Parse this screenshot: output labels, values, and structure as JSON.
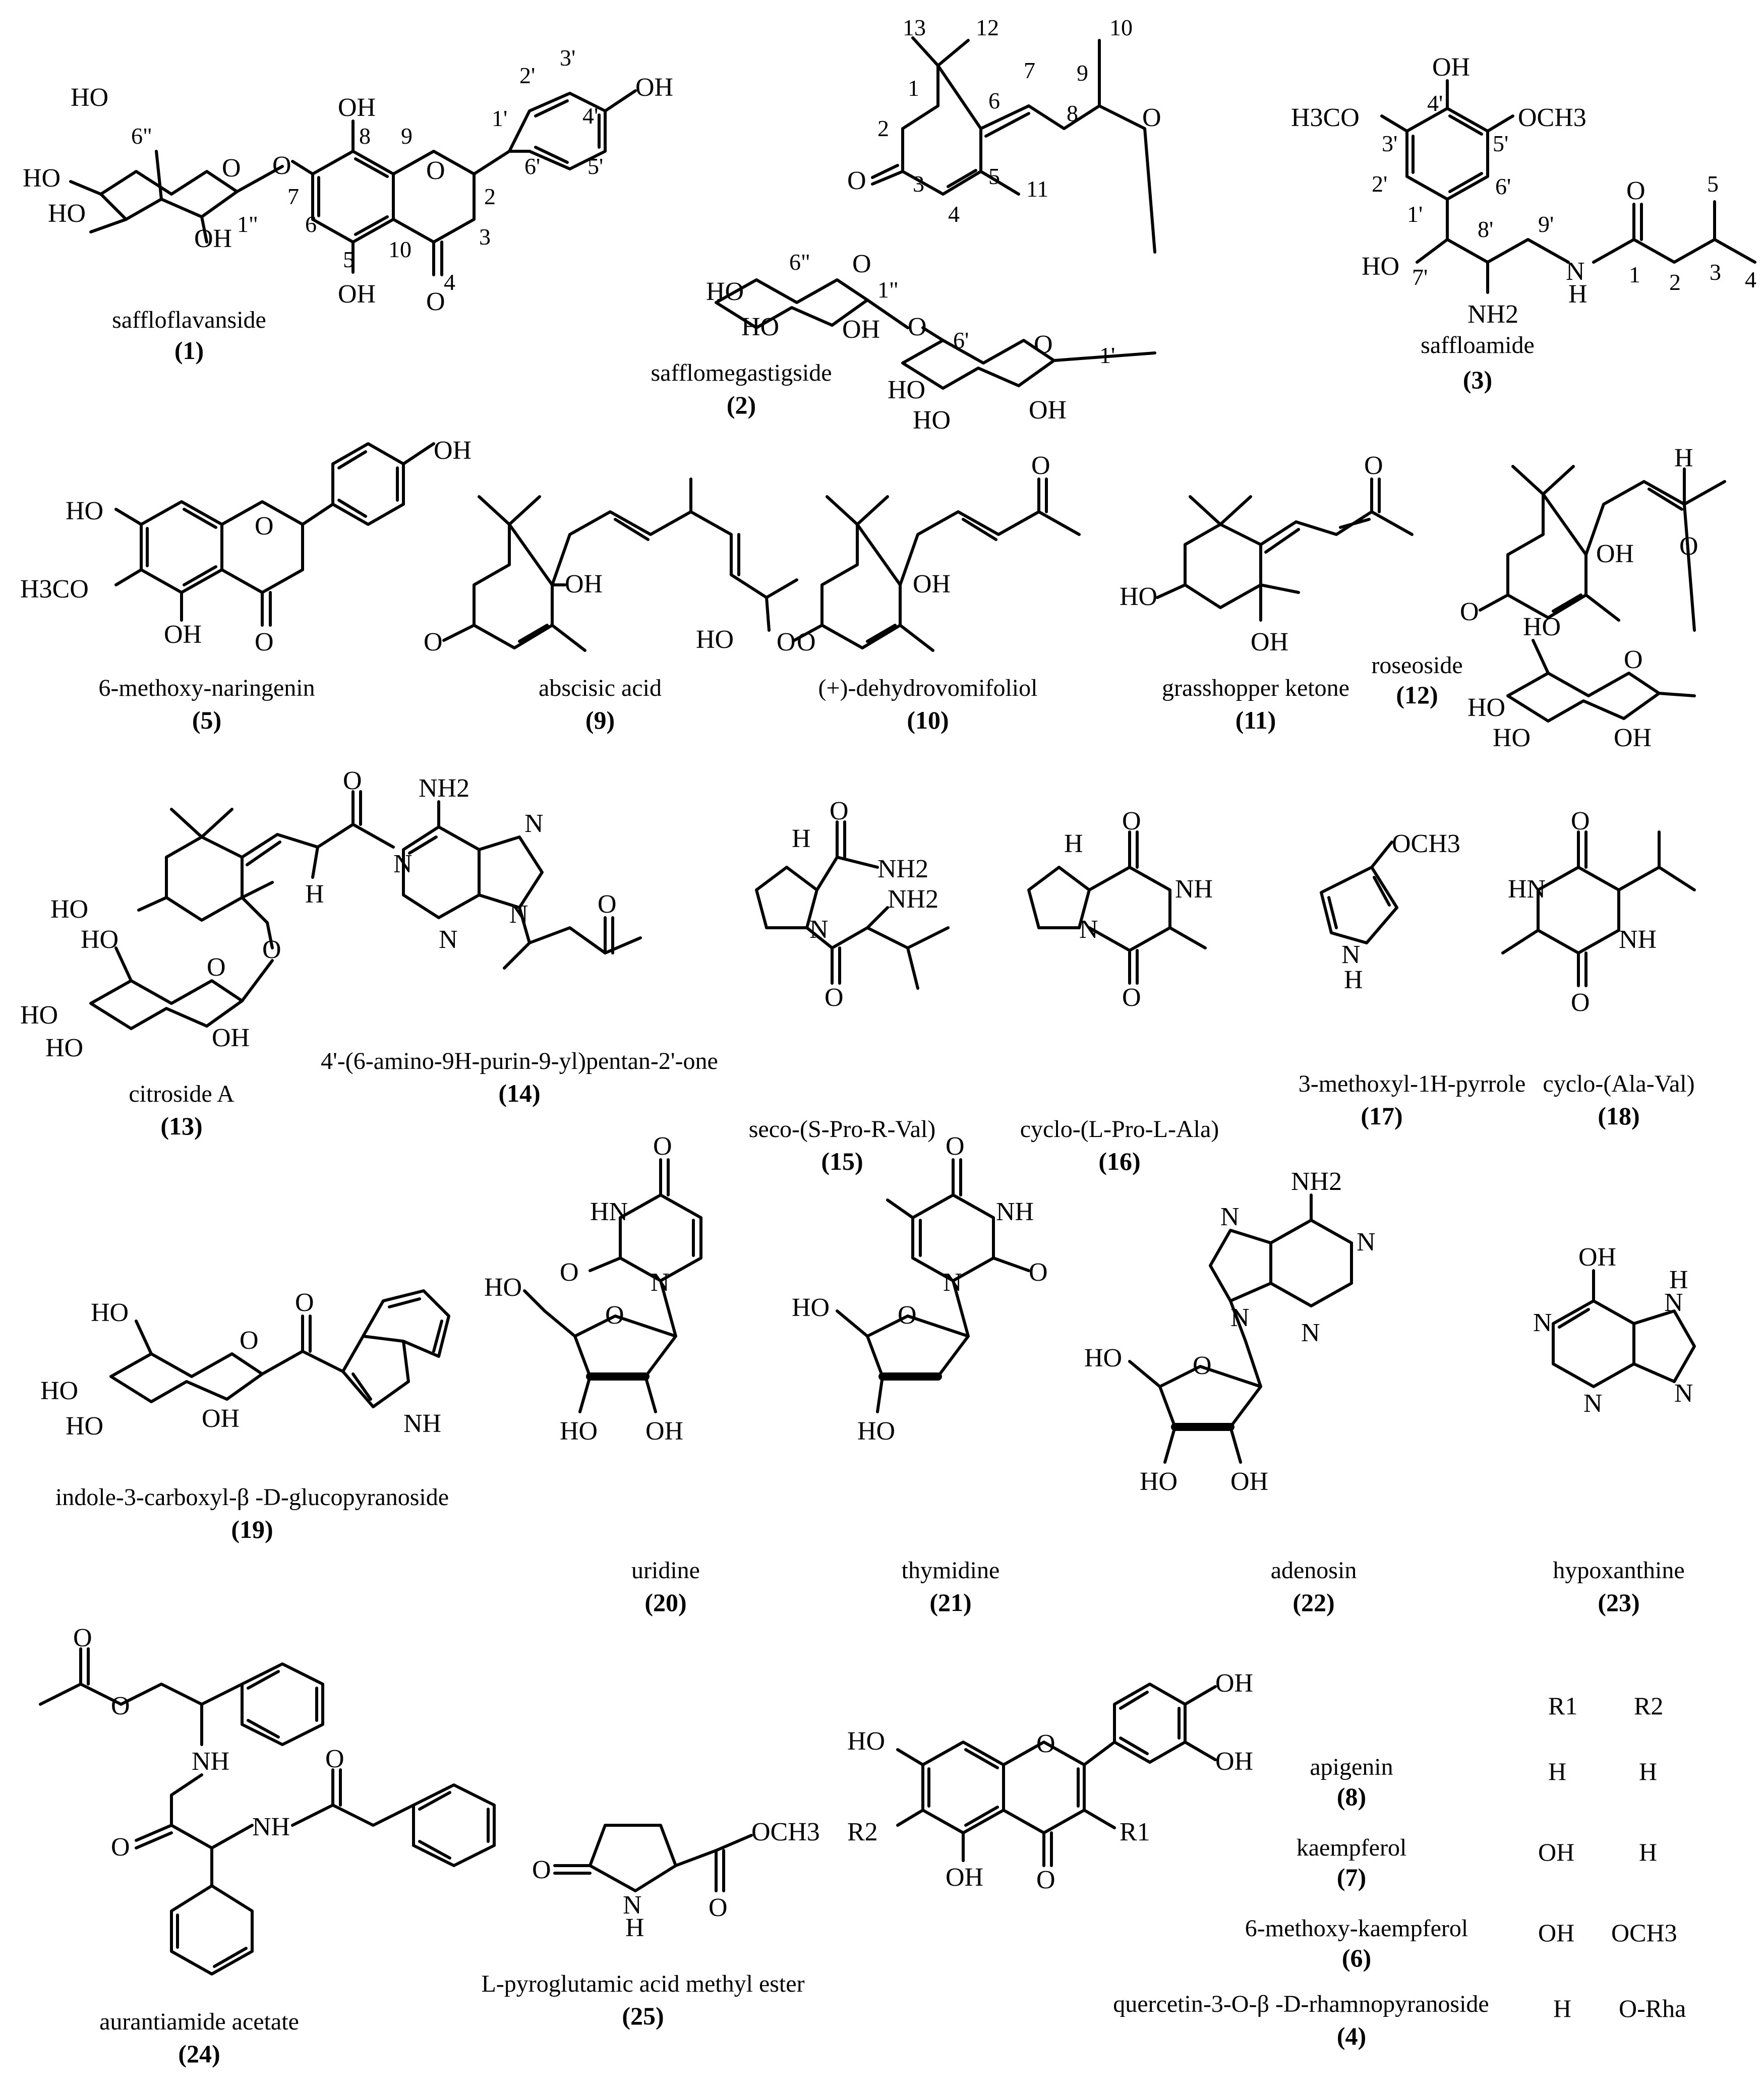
{
  "compounds": [
    {
      "label": "(1)",
      "name": "saffloflavanside"
    },
    {
      "label": "(2)",
      "name": "safflomegastigside"
    },
    {
      "label": "(3)",
      "name": "saffloamide"
    },
    {
      "label": "(5)",
      "name": "6-methoxy-naringenin"
    },
    {
      "label": "(9)",
      "name": "abscisic acid"
    },
    {
      "label": "(10)",
      "name": "(+)-dehydrovomifoliol"
    },
    {
      "label": "(11)",
      "name": "grasshopper ketone"
    },
    {
      "label": "(12)",
      "name": "roseoside"
    },
    {
      "label": "(13)",
      "name": "citroside A"
    },
    {
      "label": "(14)",
      "name": "4'-(6-amino-9H-purin-9-yl)pentan-2'-one"
    },
    {
      "label": "(15)",
      "name": "seco-(S-Pro-R-Val)"
    },
    {
      "label": "(16)",
      "name": "cyclo-(L-Pro-L-Ala)"
    },
    {
      "label": "(17)",
      "name": "3-methoxyl-1H-pyrrole"
    },
    {
      "label": "(18)",
      "name": "cyclo-(Ala-Val)"
    },
    {
      "label": "(19)",
      "name": "indole-3-carboxyl-β -D-glucopyranoside"
    },
    {
      "label": "(20)",
      "name": "uridine"
    },
    {
      "label": "(21)",
      "name": "thymidine"
    },
    {
      "label": "(22)",
      "name": "adenosin"
    },
    {
      "label": "(23)",
      "name": "hypoxanthine"
    },
    {
      "label": "(24)",
      "name": "aurantiamide acetate"
    },
    {
      "label": "(25)",
      "name": "L-pyroglutamic acid methyl ester"
    }
  ],
  "flavone_table": {
    "headers": [
      "R1",
      "R2"
    ],
    "rows": [
      {
        "name": "apigenin",
        "label": "(8)",
        "r1": "H",
        "r2": "H"
      },
      {
        "name": "kaempferol",
        "label": "(7)",
        "r1": "OH",
        "r2": "H"
      },
      {
        "name": "6-methoxy-kaempferol",
        "label": "(6)",
        "r1": "OH",
        "r2": "OCH3"
      },
      {
        "name": "quercetin-3-O-β -D-rhamnopyranoside",
        "label": "(4)",
        "r1": "H",
        "r2": "O-Rha"
      }
    ]
  },
  "atom_labels": {
    "oh": "OH",
    "ho": "HO",
    "o": "O",
    "h3co": "H3CO",
    "och3": "OCH3",
    "nh": "NH",
    "hn": "HN",
    "nh2": "NH2",
    "n": "N",
    "h": "H",
    "r1": "R1",
    "r2": "R2"
  }
}
